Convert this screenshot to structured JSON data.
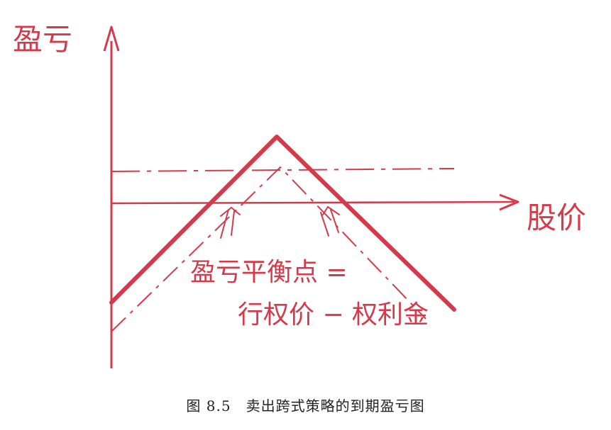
{
  "labels": {
    "y_axis": "盈亏",
    "x_axis": "股价",
    "annotation_line1": "盈亏平衡点 =",
    "annotation_line2": "行权价 − 权利金"
  },
  "caption": "图 8.5　卖出跨式策略的到期盈亏图",
  "colors": {
    "ink": "#d43a4a",
    "caption": "#222222"
  }
}
